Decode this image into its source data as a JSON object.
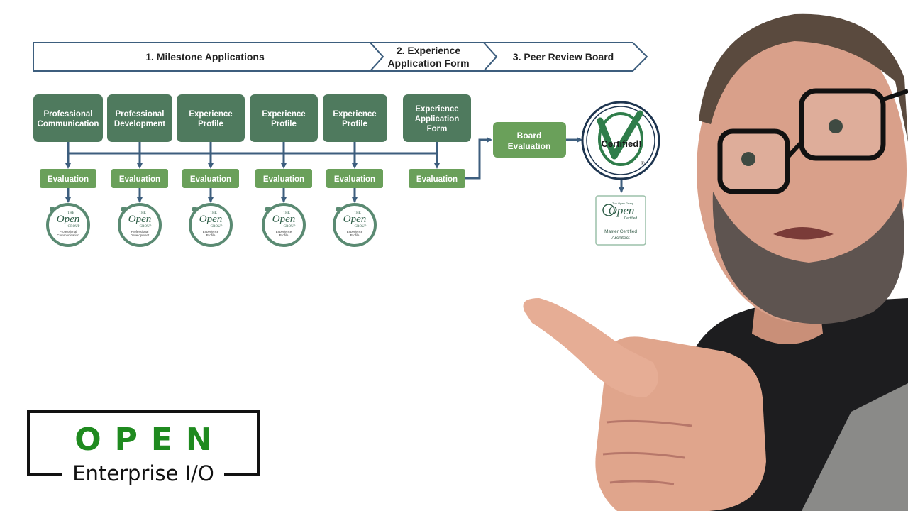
{
  "phases": [
    {
      "label": "1. Milestone Applications"
    },
    {
      "label_line1": "2. Experience",
      "label_line2": "Application Form"
    },
    {
      "label": "3. Peer Review Board"
    }
  ],
  "milestones": [
    {
      "line1": "Professional",
      "line2": "Communication",
      "badge_line1": "Professional",
      "badge_line2": "Communication"
    },
    {
      "line1": "Professional",
      "line2": "Development",
      "badge_line1": "Professional",
      "badge_line2": "Development"
    },
    {
      "line1": "Experience",
      "line2": "Profile",
      "badge_line1": "Experience",
      "badge_line2": "Profile"
    },
    {
      "line1": "Experience",
      "line2": "Profile",
      "badge_line1": "Experience",
      "badge_line2": "Profile"
    },
    {
      "line1": "Experience",
      "line2": "Profile",
      "badge_line1": "Experience",
      "badge_line2": "Profile"
    }
  ],
  "application_form": {
    "line1": "Experience",
    "line2": "Application",
    "line3": "Form"
  },
  "evaluation_label": "Evaluation",
  "board": {
    "line1": "Board",
    "line2": "Evaluation"
  },
  "certified_seal": {
    "text": "Certified!",
    "mark": "®"
  },
  "badge_brand": {
    "the": "THE",
    "open": "Open",
    "group": "GROUP"
  },
  "certificate": {
    "top": "The Open Group",
    "brand": "Open",
    "cert": "Certified",
    "line1": "Master Certified",
    "line2": "Architect"
  },
  "logo": {
    "title": "OPEN",
    "subtitle": "Enterprise I/O"
  },
  "colors": {
    "dark_box": "#4f7a5e",
    "eval_box": "#6aa05a",
    "arrow": "#3d5e7e",
    "logo_green": "#1f8a1f"
  }
}
